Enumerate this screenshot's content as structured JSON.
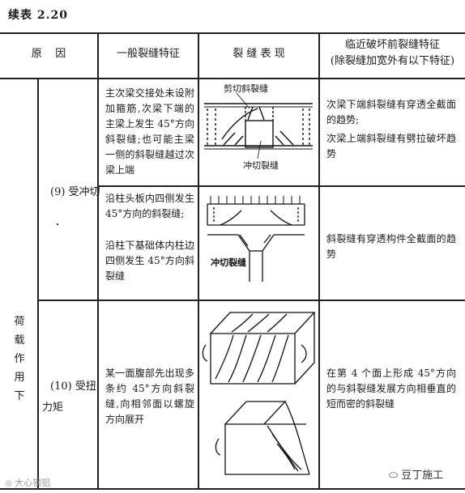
{
  "caption": "续表 2.20",
  "header": {
    "cause": "原    因",
    "general": "一般裂缝特征",
    "appearance": "裂 缝 表 现",
    "failure_line1": "临近破坏前裂缝特征",
    "failure_line2": "(除裂缝加宽外有以下特征)"
  },
  "category": "荷载作用下",
  "rows": [
    {
      "cause": "(9) 受冲切",
      "sub_a": {
        "general": "主次梁交接处未设附加箍筋,次梁下端的主梁上发生 45°方向斜裂缝;也可能主梁一侧的斜裂缝越过次梁上端",
        "figure_label_top": "剪切斜裂缝",
        "figure_label_bottom": "冲切裂缝",
        "failure": [
          "次梁下端斜裂缝有穿透全截面的趋势;",
          "次梁上端斜裂缝有劈拉破坏趋势"
        ]
      },
      "sub_b": {
        "general": [
          "沿柱头板内四侧发生 45°方向的斜裂缝;",
          "沿柱下基础体内柱边四侧发生 45°方向斜裂缝"
        ],
        "figure_label": "冲切裂缝",
        "failure": "斜裂缝有穿透构件全截面的趋势"
      }
    },
    {
      "cause_a": "(10) 受扭",
      "cause_b": "力矩",
      "general": "某一面腹部先出现多条约 45°方向斜裂缝,向相邻面以螺旋方向展开",
      "failure": "在第 4 个面上形成 45°方向的与斜裂缝发展方向相垂直的短而密的斜裂缝"
    }
  ],
  "watermark_left": "大心钢铝",
  "watermark_right": "豆丁施工"
}
